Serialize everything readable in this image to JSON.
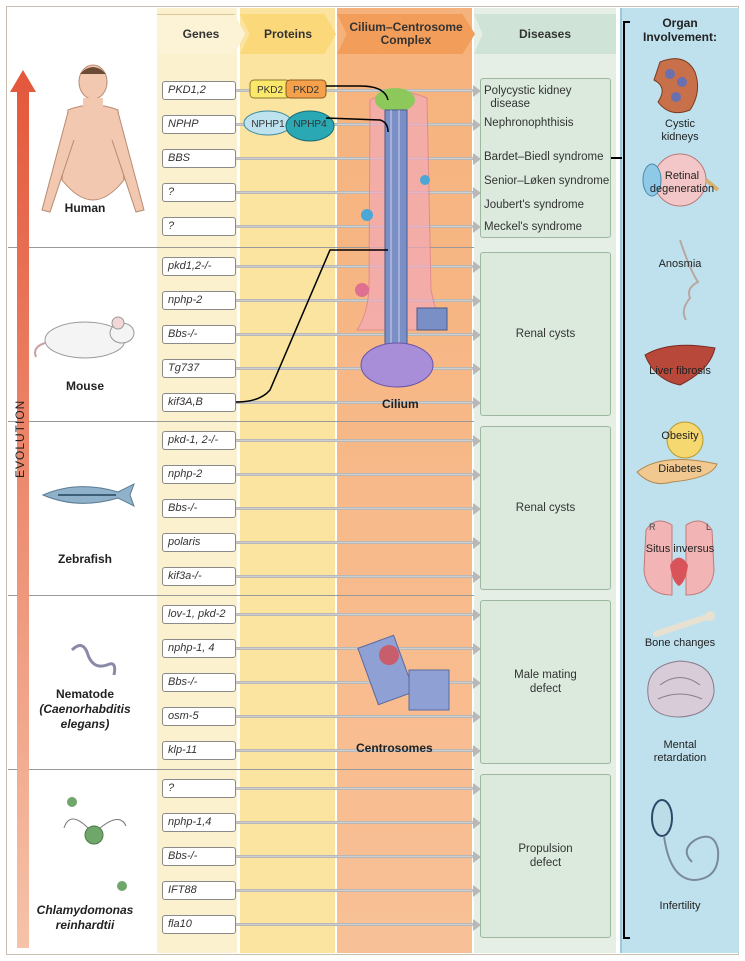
{
  "headers": {
    "genes": "Genes",
    "proteins": "Proteins",
    "cilium_line1": "Cilium–Centrosome",
    "cilium_line2": "Complex",
    "diseases": "Diseases",
    "organ_line1": "Organ",
    "organ_line2": "Involvement:"
  },
  "evolution_label": "EVOLUTION",
  "proteins": {
    "pkd2_left": "PKD2",
    "pkd2_right": "PKD2",
    "nphp1": "NPHP1",
    "nphp4": "NPHP4"
  },
  "structures": {
    "cilium": "Cilium",
    "centrosomes": "Centrosomes"
  },
  "species": {
    "human": "Human",
    "mouse": "Mouse",
    "zebrafish": "Zebrafish",
    "nematode_line1": "Nematode",
    "nematode_line2": "(Caenorhabditis",
    "nematode_line3": "elegans)",
    "chlamy_line1": "Chlamydomonas",
    "chlamy_line2": "reinhardtii"
  },
  "genes": {
    "human": [
      "PKD1,2",
      "NPHP",
      "BBS",
      "?",
      "?"
    ],
    "mouse": [
      "pkd1,2-/-",
      "nphp-2",
      "Bbs-/-",
      "Tg737",
      "kif3A,B"
    ],
    "zebrafish": [
      "pkd-1, 2-/-",
      "nphp-2",
      "Bbs-/-",
      "polaris",
      "kif3a-/-"
    ],
    "nematode": [
      "lov-1, pkd-2",
      "nphp-1, 4",
      "Bbs-/-",
      "osm-5",
      "klp-11"
    ],
    "chlamydomonas": [
      "?",
      "nphp-1,4",
      "Bbs-/-",
      "IFT88",
      "fla10"
    ]
  },
  "diseases": {
    "human_line1": [
      "Polycystic kidney",
      "disease"
    ],
    "human": [
      "Nephronophthisis",
      "Bardet–Biedl syndrome",
      "Senior–Løken syndrome",
      "Joubert's syndrome",
      "Meckel's syndrome"
    ],
    "mouse": "Renal cysts",
    "zebrafish": "Renal cysts",
    "nematode_line1": "Male mating",
    "nematode_line2": "defect",
    "chlamy_line1": "Propulsion",
    "chlamy_line2": "defect"
  },
  "organs": {
    "cystic_line1": "Cystic",
    "cystic_line2": "kidneys",
    "retinal_line1": "Retinal",
    "retinal_line2": "degeneration",
    "anosmia": "Anosmia",
    "liver": "Liver fibrosis",
    "obesity": "Obesity",
    "diabetes": "Diabetes",
    "situs": "Situs inversus",
    "lung_r": "R",
    "lung_l": "L",
    "bone": "Bone changes",
    "mental_line1": "Mental",
    "mental_line2": "retardation",
    "infertility": "Infertility"
  },
  "colors": {
    "genes_col": "#fbf1cf",
    "proteins_col": "#fbe3a0",
    "cilium_col": "#f6b27c",
    "diseases_col": "#e6efe6",
    "organ_col": "#bfe1ee",
    "evolution_arrow": "#e8684a"
  }
}
